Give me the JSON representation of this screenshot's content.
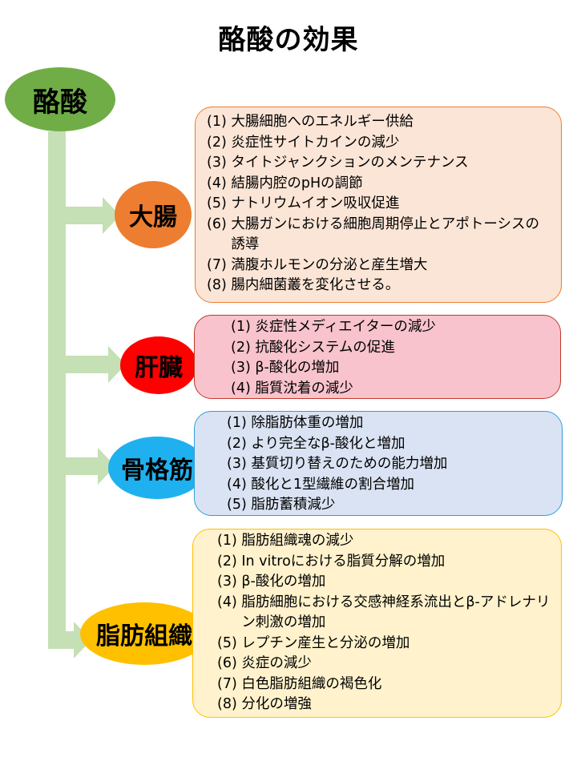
{
  "title": "酪酸の効果",
  "root": {
    "label": "酪酸",
    "color": "#70ad47"
  },
  "categories": [
    {
      "key": "daicho",
      "label": "大腸",
      "oval_color": "#ed7d31",
      "box_fill": "#fbe5d6",
      "box_border": "#ed7d31",
      "items": [
        {
          "num": "(1) ",
          "text": "大腸細胞へのエネルギー供給"
        },
        {
          "num": "(2) ",
          "text": "炎症性サイトカインの減少"
        },
        {
          "num": "(3) ",
          "text": "タイトジャンクションのメンテナンス"
        },
        {
          "num": "(4) ",
          "text": "結腸内腔のpHの調節"
        },
        {
          "num": "(5) ",
          "text": "ナトリウムイオン吸収促進"
        },
        {
          "num": "(6) ",
          "text": "大腸ガンにおける細胞周期停止とアポトーシスの誘導"
        },
        {
          "num": "(7) ",
          "text": "満腹ホルモンの分泌と産生増大"
        },
        {
          "num": "(8) ",
          "text": "腸内細菌叢を変化させる。"
        }
      ]
    },
    {
      "key": "kanzo",
      "label": "肝臓",
      "oval_color": "#ff0000",
      "box_fill": "#f8c3cc",
      "box_border": "#c0392b",
      "items": [
        {
          "num": "(1) ",
          "text": "炎症性メディエイターの減少"
        },
        {
          "num": "(2) ",
          "text": "抗酸化システムの促進"
        },
        {
          "num": "(3) ",
          "text": "β-酸化の増加"
        },
        {
          "num": "(4) ",
          "text": "脂質沈着の減少"
        }
      ]
    },
    {
      "key": "kokaku",
      "label": "骨格筋",
      "oval_color": "#1fb1ef",
      "box_fill": "#dae3f3",
      "box_border": "#2e9fd8",
      "items": [
        {
          "num": "(1) ",
          "text": "除脂肪体重の増加"
        },
        {
          "num": "(2) ",
          "text": "より完全なβ-酸化と増加"
        },
        {
          "num": "(3) ",
          "text": "基質切り替えのための能力増加"
        },
        {
          "num": "(4) ",
          "text": "酸化と1型繊維の割合増加"
        },
        {
          "num": "(5) ",
          "text": "脂肪蓄積減少"
        }
      ]
    },
    {
      "key": "shibo",
      "label": "脂肪組織",
      "oval_color": "#ffc000",
      "box_fill": "#fff2cc",
      "box_border": "#ffc000",
      "items": [
        {
          "num": "(1) ",
          "text": "脂肪組織魂の減少"
        },
        {
          "num": "(2) ",
          "text": "In vitroにおける脂質分解の増加"
        },
        {
          "num": "(3) ",
          "text": "β-酸化の増加"
        },
        {
          "num": "(4) ",
          "text": "脂肪細胞における交感神経系流出とβ-アドレナリン刺激の増加"
        },
        {
          "num": "(5) ",
          "text": "レプチン産生と分泌の増加"
        },
        {
          "num": "(6) ",
          "text": "炎症の減少"
        },
        {
          "num": "(7) ",
          "text": "白色脂肪組織の褐色化"
        },
        {
          "num": "(8) ",
          "text": "分化の増強"
        }
      ]
    }
  ],
  "arrow_color": "#c5e0b4"
}
